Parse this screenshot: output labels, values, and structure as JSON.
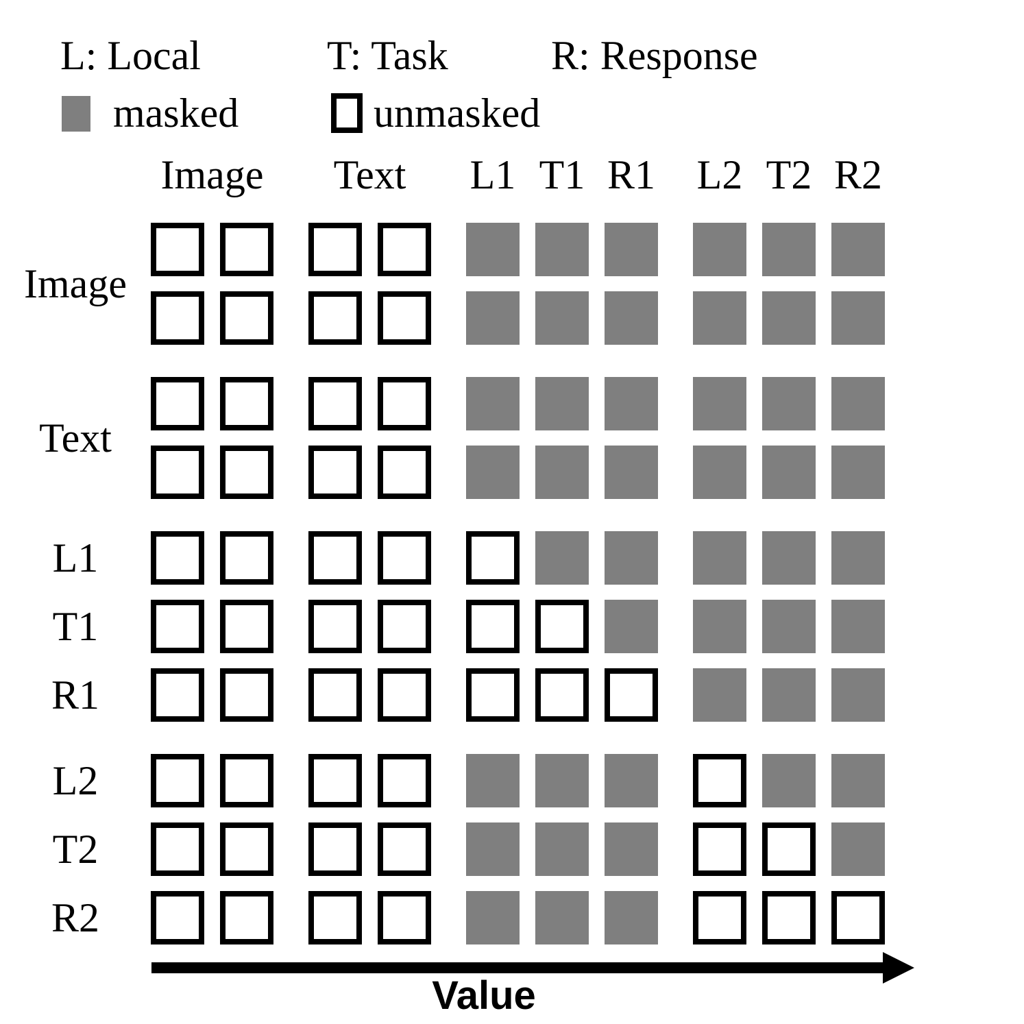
{
  "legend": {
    "definitions": [
      "L: Local",
      "T: Task",
      "R: Response"
    ],
    "masked_label": "masked",
    "unmasked_label": "unmasked"
  },
  "colors": {
    "masked_fill": "#7f7f7f",
    "unmasked_fill": "#ffffff",
    "cell_border": "#000000",
    "text": "#000000"
  },
  "grid": {
    "mask_codes": {
      "M": "masked",
      "U": "unmasked"
    },
    "column_groups": [
      {
        "label": "Image",
        "span": 2,
        "gap_after": "big"
      },
      {
        "label": "Text",
        "span": 2,
        "gap_after": "big"
      },
      {
        "label": "L1",
        "span": 1,
        "gap_after": "small"
      },
      {
        "label": "T1",
        "span": 1,
        "gap_after": "small"
      },
      {
        "label": "R1",
        "span": 1,
        "gap_after": "big"
      },
      {
        "label": "L2",
        "span": 1,
        "gap_after": "small"
      },
      {
        "label": "T2",
        "span": 1,
        "gap_after": "small"
      },
      {
        "label": "R2",
        "span": 1,
        "gap_after": "none"
      }
    ],
    "row_groups": [
      {
        "label": "Image",
        "span": 2,
        "gap_after": "big",
        "mask": [
          "U",
          "U",
          "M",
          "M",
          "M",
          "M",
          "M",
          "M"
        ]
      },
      {
        "label": "Text",
        "span": 2,
        "gap_after": "big",
        "mask": [
          "U",
          "U",
          "M",
          "M",
          "M",
          "M",
          "M",
          "M"
        ]
      },
      {
        "label": "L1",
        "span": 1,
        "gap_after": "small",
        "mask": [
          "U",
          "U",
          "U",
          "M",
          "M",
          "M",
          "M",
          "M"
        ]
      },
      {
        "label": "T1",
        "span": 1,
        "gap_after": "small",
        "mask": [
          "U",
          "U",
          "U",
          "U",
          "M",
          "M",
          "M",
          "M"
        ]
      },
      {
        "label": "R1",
        "span": 1,
        "gap_after": "big",
        "mask": [
          "U",
          "U",
          "U",
          "U",
          "U",
          "M",
          "M",
          "M"
        ]
      },
      {
        "label": "L2",
        "span": 1,
        "gap_after": "small",
        "mask": [
          "U",
          "U",
          "M",
          "M",
          "M",
          "U",
          "M",
          "M"
        ]
      },
      {
        "label": "T2",
        "span": 1,
        "gap_after": "small",
        "mask": [
          "U",
          "U",
          "M",
          "M",
          "M",
          "U",
          "U",
          "M"
        ]
      },
      {
        "label": "R2",
        "span": 1,
        "gap_after": "none",
        "mask": [
          "U",
          "U",
          "M",
          "M",
          "M",
          "U",
          "U",
          "U"
        ]
      }
    ]
  },
  "axis": {
    "label": "Value"
  }
}
